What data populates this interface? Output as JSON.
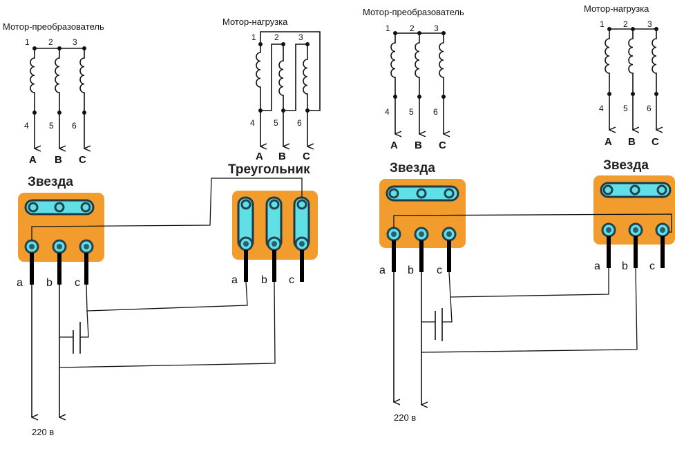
{
  "left": {
    "converter_label": "Мотор-преобразователь",
    "load_label": "Мотор-нагрузка",
    "converter_box_label": "Звезда",
    "load_box_label": "Треугольник",
    "voltage_label": "220 в"
  },
  "right": {
    "converter_label": "Мотор-преобразователь",
    "load_label": "Мотор-нагрузка",
    "converter_box_label": "Звезда",
    "load_box_label": "Звезда",
    "voltage_label": "220 в"
  },
  "top_numbers": [
    "1",
    "2",
    "3"
  ],
  "bottom_numbers": [
    "4",
    "5",
    "6"
  ],
  "phases_upper": [
    "A",
    "B",
    "C"
  ],
  "phases_lower": [
    "a",
    "b",
    "c"
  ],
  "colors": {
    "terminal_box": "#f39c2e",
    "terminal": "#5fe0e6",
    "wire": "#111111"
  }
}
